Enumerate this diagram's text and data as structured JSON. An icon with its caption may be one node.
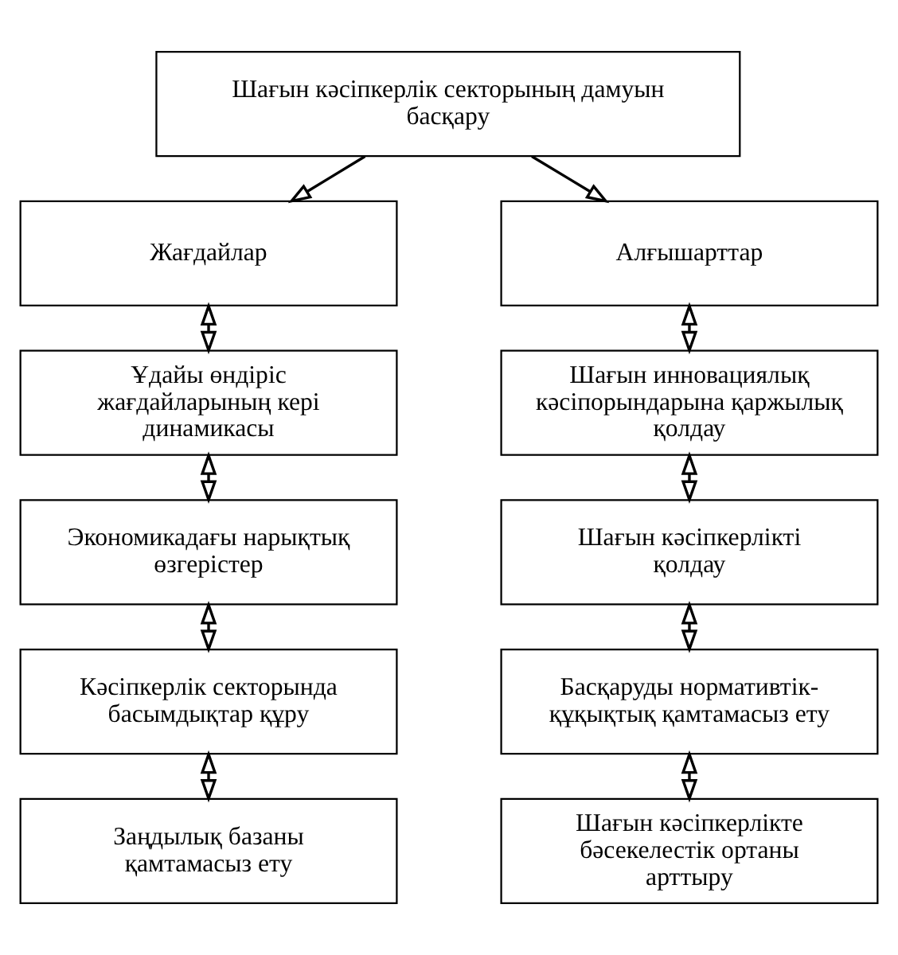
{
  "diagram": {
    "nodes": [
      {
        "text": [
          "Шағын кәсіпкерлік секторының дамуын басқару"
        ]
      },
      {
        "text": [
          "Жағдайлар"
        ]
      },
      {
        "text": [
          "Алғышарттар"
        ]
      },
      {
        "text": [
          "Ұдайы өндіріс жағдайларының кері динамикасы"
        ]
      },
      {
        "text": [
          "Шағын инновациялық кәсіпорындарына қаржылық қолдау"
        ]
      },
      {
        "text": [
          "Экономикадағы нарықтық өзгерістер"
        ]
      },
      {
        "text": [
          "Шағын кәсіпкерлікті қолдау"
        ]
      },
      {
        "text": [
          "Кәсіпкерлік секторында басымдықтар құру"
        ]
      },
      {
        "text": [
          "Басқаруды нормативтік-құқықтық қамтамасыз ету"
        ]
      },
      {
        "text": [
          "Заңдылық базаны қамтамасыз ету"
        ]
      },
      {
        "text": [
          "Шағын кәсіпкерлікте бәсекелестік ортаны арттыру"
        ]
      }
    ],
    "edges": [
      {
        "from": 0,
        "to": 1,
        "arrow": "to"
      },
      {
        "from": 0,
        "to": 2,
        "arrow": "to"
      },
      {
        "from": 1,
        "to": 3,
        "arrow": "both"
      },
      {
        "from": 3,
        "to": 5,
        "arrow": "both"
      },
      {
        "from": 5,
        "to": 7,
        "arrow": "both"
      },
      {
        "from": 7,
        "to": 9,
        "arrow": "both"
      },
      {
        "from": 2,
        "to": 4,
        "arrow": "both"
      },
      {
        "from": 4,
        "to": 6,
        "arrow": "both"
      },
      {
        "from": 6,
        "to": 8,
        "arrow": "both"
      },
      {
        "from": 8,
        "to": 10,
        "arrow": "both"
      }
    ]
  }
}
